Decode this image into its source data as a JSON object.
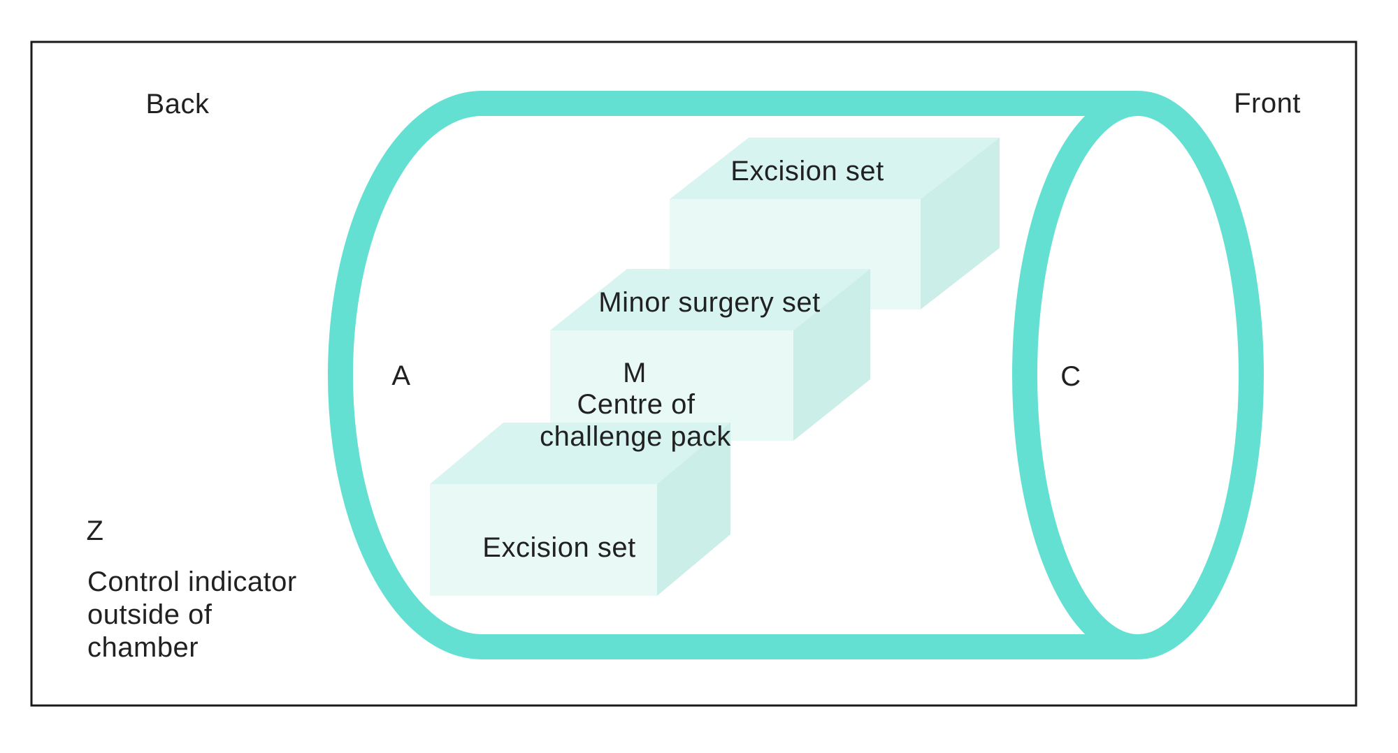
{
  "diagram": {
    "orientation_labels": {
      "back": "Back",
      "front": "Front"
    },
    "position_markers": {
      "a": "A",
      "c": "C",
      "m": "M",
      "z": "Z"
    },
    "boxes": [
      {
        "id": "top-box",
        "label": "Excision set"
      },
      {
        "id": "middle-box",
        "label": "Minor surgery set"
      },
      {
        "id": "bottom-box",
        "label": "Excision set"
      }
    ],
    "annotations": {
      "centre_line1": "Centre of",
      "centre_line2": "challenge pack",
      "control_line1": "Control indicator",
      "control_line2": "outside of",
      "control_line3": "chamber"
    },
    "colors": {
      "chamber": "#63e0d1",
      "box_front": "#e8f9f6",
      "box_top": "#d8f4f0",
      "box_side": "#cbeee8",
      "border": "#1a1a1a",
      "text": "#212121",
      "background": "#ffffff"
    }
  }
}
